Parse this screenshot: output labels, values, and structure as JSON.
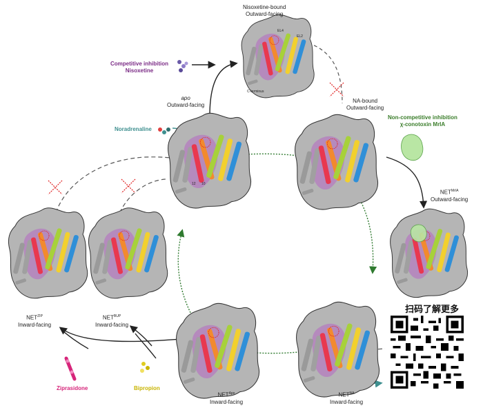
{
  "states": {
    "nisoxetine_bound": {
      "line1": "Nisoxetine-bound",
      "line2": "Outward-facing"
    },
    "apo": {
      "line1": "apo",
      "line2": "Outward-facing"
    },
    "na_bound": {
      "line1": "NA-bound",
      "line2": "Outward-facing"
    },
    "net_mria": {
      "base": "NET",
      "sup": "MrIA",
      "line2": "Outward-facing"
    },
    "net_zip": {
      "base": "NET",
      "sup": "ZIP",
      "line2": "Inward-facing"
    },
    "net_bup": {
      "base": "NET",
      "sup": "BUP",
      "line2": "Inward-facing"
    },
    "net_apo": {
      "base": "NET",
      "sup": "Apo",
      "line2": "Inward-facing"
    },
    "net_na": {
      "base": "NET",
      "sup": "NA",
      "line2": "Inward-facing"
    }
  },
  "ligands": {
    "competitive": {
      "line1": "Competitive inhibition",
      "line2": "Nisoxetine",
      "color": "#7b2c86"
    },
    "noradrenaline": {
      "label": "Noradrenaline",
      "color": "#3e8f8f"
    },
    "noncompetitive": {
      "line1": "Non-competitive inhibition",
      "line2": "χ-conotoxin MrIA",
      "color": "#3a7d2a"
    },
    "ziprasidone": {
      "label": "Ziprasidone",
      "color": "#d6257a"
    },
    "bupropion": {
      "label": "Bipropion",
      "color": "#c8b400"
    }
  },
  "protein": {
    "el4": "EL4",
    "el2": "EL2",
    "tm12": "12",
    "tm10": "10",
    "cterm": "C-terminus"
  },
  "qr": {
    "title": "扫码了解更多"
  },
  "colors": {
    "membrane_gray": "#b5b5b5",
    "outline": "#333333",
    "pocket_purple": "#b57cc0",
    "green_cycle": "#2f7a2f",
    "dashed_gray": "#555555",
    "block_red": "#e02020"
  }
}
